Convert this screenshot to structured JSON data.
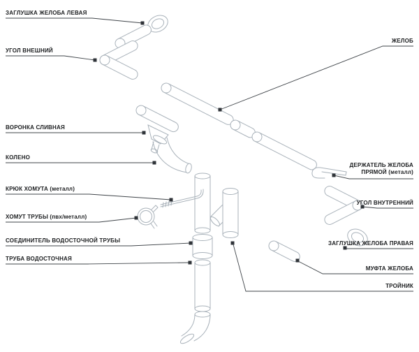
{
  "diagram": {
    "description": "Схема элементов водосточной системы (exploded isometric diagram of a rain gutter and downpipe system)",
    "colors": {
      "bg": "#ffffff",
      "stroke": "#a9b2ba",
      "leader": "#3f4449",
      "marker": "#2f3338",
      "label": "#1b1d1f"
    }
  },
  "labels_left": [
    {
      "text": "ЗАГЛУШКА ЖЕЛОБА ЛЕВАЯ"
    },
    {
      "text": "УГОЛ ВНЕШНИЙ"
    },
    {
      "text": "ВОРОНКА СЛИВНАЯ"
    },
    {
      "text": "КОЛЕНО"
    },
    {
      "text": "КРЮК ХОМУТА (металл)"
    },
    {
      "text": "ХОМУТ ТРУБЫ (пвх/металл)"
    },
    {
      "text": "СОЕДИНИТЕЛЬ ВОДОСТОЧНОЙ ТРУБЫ"
    },
    {
      "text": "ТРУБА ВОДОСТОЧНАЯ"
    }
  ],
  "labels_right": [
    {
      "text": "ЖЕЛОБ"
    },
    {
      "text": "ДЕРЖАТЕЛЬ ЖЕЛОБА ПРЯМОЙ (металл)"
    },
    {
      "text": "УГОЛ ВНУТРЕННИЙ"
    },
    {
      "text": "ЗАГЛУШКА ЖЕЛОБА ПРАВАЯ"
    },
    {
      "text": "МУФТА ЖЕЛОБА"
    },
    {
      "text": "ТРОЙНИК"
    }
  ]
}
